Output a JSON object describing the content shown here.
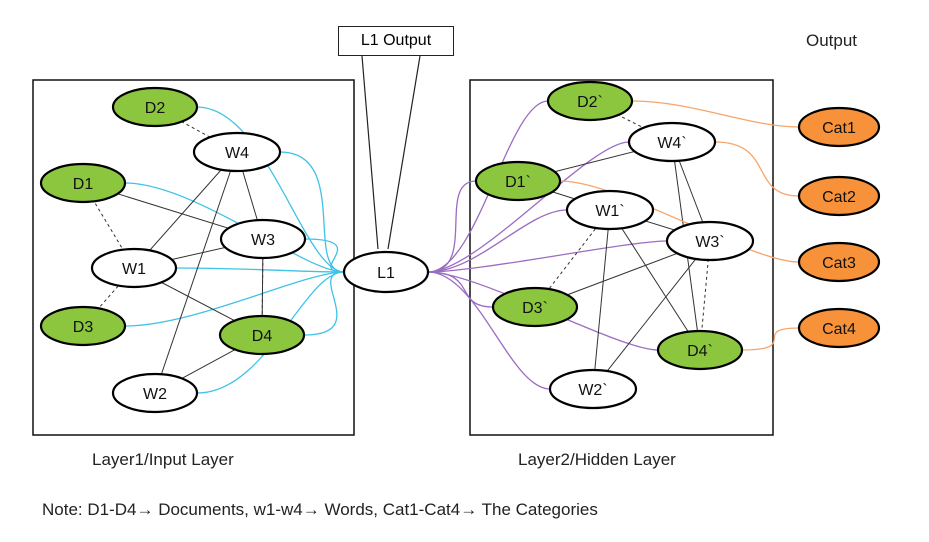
{
  "colors": {
    "document_fill": "#8cc63f",
    "word_fill": "#ffffff",
    "category_fill": "#f7923a",
    "input_edge": "#3ec3e6",
    "hidden_edge": "#9b6cc2",
    "output_edge": "#f5a56a",
    "plain_edge": "#333333"
  },
  "labels": {
    "l1_output": "L1 Output",
    "output": "Output",
    "layer1": "Layer1/Input Layer",
    "layer2": "Layer2/Hidden Layer",
    "note": "Note: D1-D4→ Documents, w1-w4→ Words, Cat1-Cat4→ The Categories"
  },
  "nodes": {
    "D2": {
      "label": "D2",
      "kind": "document"
    },
    "W4": {
      "label": "W4",
      "kind": "word"
    },
    "D1": {
      "label": "D1",
      "kind": "document"
    },
    "W3": {
      "label": "W3",
      "kind": "word"
    },
    "W1": {
      "label": "W1",
      "kind": "word"
    },
    "D3": {
      "label": "D3",
      "kind": "document"
    },
    "D4": {
      "label": "D4",
      "kind": "document"
    },
    "W2": {
      "label": "W2",
      "kind": "word"
    },
    "L1": {
      "label": "L1",
      "kind": "word"
    },
    "D2p": {
      "label": "D2`",
      "kind": "document"
    },
    "W4p": {
      "label": "W4`",
      "kind": "word"
    },
    "D1p": {
      "label": "D1`",
      "kind": "document"
    },
    "W1p": {
      "label": "W1`",
      "kind": "word"
    },
    "W3p": {
      "label": "W3`",
      "kind": "word"
    },
    "D3p": {
      "label": "D3`",
      "kind": "document"
    },
    "D4p": {
      "label": "D4`",
      "kind": "document"
    },
    "W2p": {
      "label": "W2`",
      "kind": "word"
    },
    "Cat1": {
      "label": "Cat1",
      "kind": "category"
    },
    "Cat2": {
      "label": "Cat2",
      "kind": "category"
    },
    "Cat3": {
      "label": "Cat3",
      "kind": "category"
    },
    "Cat4": {
      "label": "Cat4",
      "kind": "category"
    }
  },
  "edges": {
    "solid": [
      [
        "W4",
        "W1"
      ],
      [
        "W4",
        "W2"
      ],
      [
        "W4",
        "W3"
      ],
      [
        "D1",
        "W3"
      ],
      [
        "W1",
        "W3"
      ],
      [
        "W1",
        "D4"
      ],
      [
        "W3",
        "D4"
      ],
      [
        "W2",
        "D4"
      ],
      [
        "D1p",
        "W4p"
      ],
      [
        "W4p",
        "W3p"
      ],
      [
        "W4p",
        "D4p"
      ],
      [
        "W1p",
        "W3p"
      ],
      [
        "W1p",
        "D4p"
      ],
      [
        "W1p",
        "W2p"
      ],
      [
        "D1p",
        "W1p"
      ],
      [
        "D3p",
        "W3p"
      ],
      [
        "W2p",
        "W3p"
      ]
    ],
    "dashed": [
      [
        "D2",
        "W4"
      ],
      [
        "D1",
        "W1"
      ],
      [
        "W1",
        "D3"
      ],
      [
        "W3",
        "D4"
      ],
      [
        "D2p",
        "W4p"
      ],
      [
        "W1p",
        "D3p"
      ],
      [
        "W3p",
        "D4p"
      ]
    ],
    "input_to_L1": [
      "D2",
      "D1",
      "W4",
      "W3",
      "W1",
      "D3",
      "D4",
      "W2"
    ],
    "L1_to_hidden": [
      "D2p",
      "D1p",
      "W4p",
      "W1p",
      "W3p",
      "D3p",
      "D4p",
      "W2p"
    ],
    "to_output": [
      [
        "D2p",
        "Cat1"
      ],
      [
        "W4p",
        "Cat2"
      ],
      [
        "D1p",
        "Cat3"
      ],
      [
        "D4p",
        "Cat4"
      ]
    ]
  }
}
